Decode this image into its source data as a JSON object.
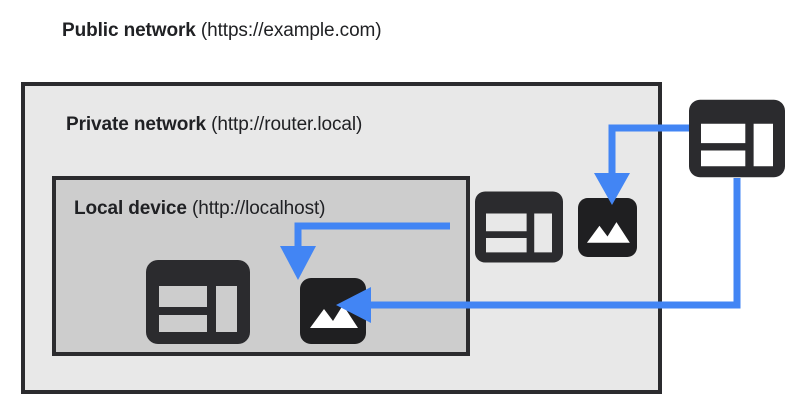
{
  "diagram": {
    "title_bold": "Public network",
    "title_rest": " (https://example.com)",
    "zones": [
      {
        "id": "public",
        "name_bold": "Public network",
        "name_rest": " (https://example.com)",
        "url": "https://example.com",
        "bg_color": "#ffffff"
      },
      {
        "id": "private",
        "name_bold": "Private network",
        "name_rest": " (http://router.local)",
        "url": "http://router.local",
        "bg_color": "#e8e8e8",
        "border_color": "#2b2b2e"
      },
      {
        "id": "local",
        "name_bold": "Local device",
        "name_rest": " (http://localhost)",
        "url": "http://localhost",
        "bg_color": "#cdcdcd",
        "border_color": "#2b2b2e"
      }
    ],
    "nodes": [
      {
        "id": "local-browser",
        "kind": "browser-window",
        "zone": "local",
        "label": "browser-window-icon"
      },
      {
        "id": "local-image",
        "kind": "image",
        "zone": "local",
        "label": "image-icon"
      },
      {
        "id": "private-browser",
        "kind": "browser-window",
        "zone": "private",
        "label": "browser-window-icon"
      },
      {
        "id": "private-image",
        "kind": "image",
        "zone": "private",
        "label": "image-icon"
      },
      {
        "id": "public-browser",
        "kind": "browser-window",
        "zone": "public",
        "label": "browser-window-icon"
      }
    ],
    "arrows": [
      {
        "id": "public-to-private-image",
        "from": "public-browser",
        "to": "private-image"
      },
      {
        "id": "private-to-local-image",
        "from": "private-browser",
        "to": "local-image"
      },
      {
        "id": "public-to-local-image",
        "from": "public-browser",
        "to": "local-image"
      }
    ],
    "colors": {
      "arrow": "#4285f4",
      "icon_dark": "#2b2b2e",
      "icon_dark_alt": "#1f1f21",
      "text": "#202124",
      "border": "#2b2b2e"
    }
  }
}
